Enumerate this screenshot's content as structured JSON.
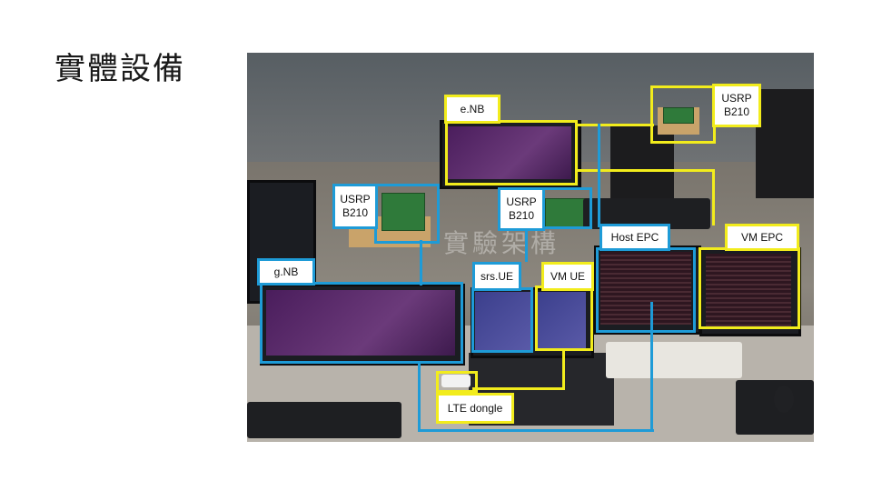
{
  "slide": {
    "title": "實體設備"
  },
  "photo": {
    "watermark": "實驗架構"
  },
  "labels": {
    "enb": "e.NB",
    "usrp_top_right": "USRP\nB210",
    "usrp_left": "USRP\nB210",
    "usrp_center": "USRP\nB210",
    "host_epc": "Host EPC",
    "vm_epc": "VM EPC",
    "gnb": "g.NB",
    "srsue": "srs.UE",
    "vm_ue": "VM UE",
    "lte_dongle": "LTE dongle"
  },
  "colors": {
    "blue": "#1e9bd7",
    "yellow": "#f2ec1c"
  }
}
